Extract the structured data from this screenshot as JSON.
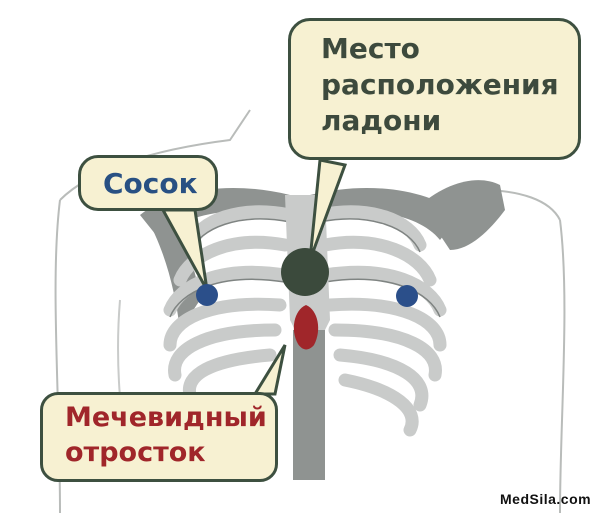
{
  "diagram": {
    "type": "anatomical illustration",
    "subject": "Rib cage / chest landmarks for hand placement",
    "colors": {
      "callout_fill": "#f7f1d2",
      "callout_border": "#3d5040",
      "nipple_marker": "#2b4f8a",
      "xiphoid_marker": "#a0262a",
      "palm_marker": "#3b4a3c",
      "bone": "#c9cbca",
      "bone_shadow": "#8f9391"
    }
  },
  "callouts": {
    "palm": {
      "lines": [
        "Место",
        "расположения",
        "ладони"
      ],
      "color": "#3d4a3d"
    },
    "nipple": {
      "label": "Сосок",
      "color": "#285083"
    },
    "xiphoid": {
      "lines": [
        "Мечевидный",
        "отросток"
      ],
      "color": "#a0262a"
    }
  },
  "watermark": "MedSila.com"
}
